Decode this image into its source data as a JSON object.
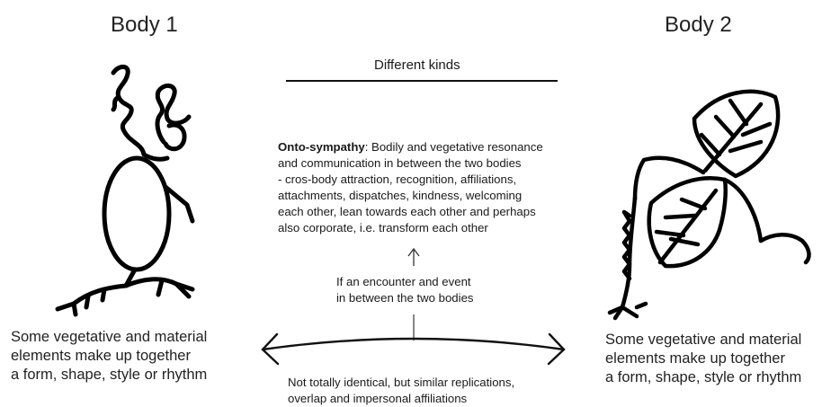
{
  "body1": {
    "title": "Body 1",
    "caption": [
      "Some vegetative and material",
      "elements make up together",
      "a form, shape, style or rhythm"
    ]
  },
  "body2": {
    "title": "Body 2",
    "caption": [
      "Some vegetative and material",
      "elements make up together",
      "a form, shape, style or rhythm"
    ]
  },
  "top_label": "Different kinds",
  "onto": {
    "term": "Onto-sympathy",
    "first_line_rest": ": Bodily and vegetative resonance",
    "lines": [
      "and communication in between the two bodies",
      "- cros-body attraction, recognition, affiliations,",
      "attachments, dispatches, kindness, welcoming",
      "each other, lean towards each other and perhaps",
      "also corporate, i.e. transform each other"
    ]
  },
  "encounter": [
    "If an encounter and event",
    "in between the two bodies"
  ],
  "bottom": [
    "Not totally identical, but similar replications,",
    "overlap and impersonal affiliations"
  ]
}
